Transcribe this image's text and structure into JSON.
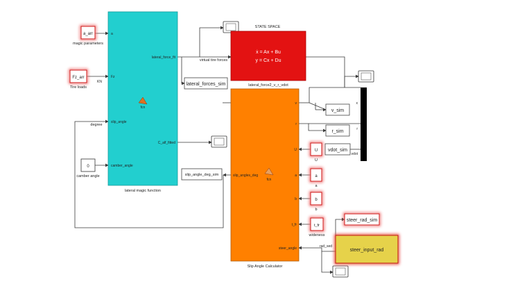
{
  "colors": {
    "cyan_block": "#22cfcf",
    "orange_block": "#ff8000",
    "red_block": "#e31212",
    "yellow_block": "#e6d24a",
    "red_glow": "#e83030",
    "black_mux": "#000000"
  },
  "blocks": {
    "lateral_magic": {
      "caption": "lateral magic function",
      "fcn": "fcn",
      "in_a": "a",
      "in_fz": "Fz",
      "in_slip": "slip_angle",
      "in_camber": "camber_angle",
      "out_lat": "lateral_force_fit",
      "out_c": "C_alf_fitted"
    },
    "slip_calc": {
      "caption": "Slip Angle Calculator",
      "fcn": "fcn",
      "in_v": "v",
      "in_r": "r",
      "in_u": "U",
      "in_a": "a",
      "in_b": "b",
      "in_tfr": "t_fr",
      "in_steer": "steer_angle",
      "out_slip": "slip_angles_deg"
    },
    "state_space": {
      "top_label": "STATE SPACE",
      "eq1": "ẋ = Ax + Bu",
      "eq2": "y = Cx + Du",
      "caption": "lateral_force2_v_r_vdot"
    }
  },
  "constants": {
    "a_arr": "a_arr",
    "a_arr_caption": "magic parameters",
    "fz_arr": "Fz_arr",
    "fz_caption": "Tire loads",
    "kn": "KN",
    "zero": "0",
    "zero_caption": "camber angle",
    "u": "U",
    "u_caption": "U",
    "a": "a",
    "a_caption": "a",
    "b": "b",
    "b_caption": "b",
    "tfr": "t_fr",
    "tfr_caption": "wideness",
    "steer": "steer_input_rad",
    "steer_label": "rad_sed"
  },
  "sinks": {
    "lateral_forces_sim": "lateral_forces_sim",
    "v_sim": "v_sim",
    "r_sim": "r_sim",
    "vdot_sim": "vdot_sim",
    "slip_angle_deg_sim": "slip_angle_deg_sim",
    "steer_rad_sim": "steer_rad_sim"
  },
  "signals": {
    "virtual_tire_forces": "virtual tire forces",
    "degree": "degree",
    "mux_x": "x",
    "mux_r": "r",
    "mux_vdot": "vdot"
  }
}
